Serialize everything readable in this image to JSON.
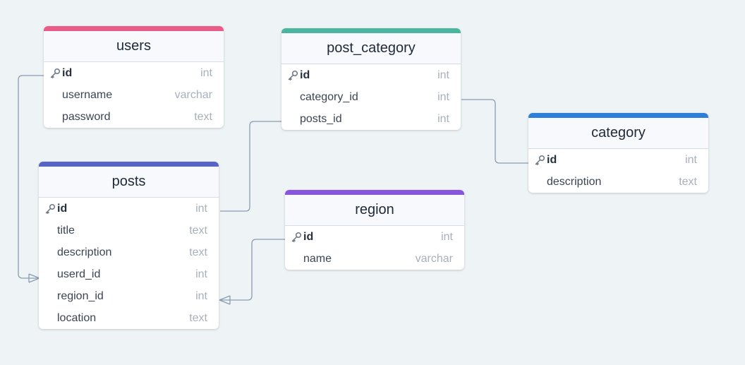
{
  "tables": [
    {
      "id": "users",
      "name": "users",
      "color": "#ea5c87",
      "fields": [
        {
          "name": "id",
          "type": "int",
          "pk": true
        },
        {
          "name": "username",
          "type": "varchar"
        },
        {
          "name": "password",
          "type": "text"
        }
      ]
    },
    {
      "id": "post_category",
      "name": "post_category",
      "color": "#4bb5a0",
      "fields": [
        {
          "name": "id",
          "type": "int",
          "pk": true
        },
        {
          "name": "category_id",
          "type": "int"
        },
        {
          "name": "posts_id",
          "type": "int"
        }
      ]
    },
    {
      "id": "category",
      "name": "category",
      "color": "#2f7ed8",
      "fields": [
        {
          "name": "id",
          "type": "int",
          "pk": true
        },
        {
          "name": "description",
          "type": "text"
        }
      ]
    },
    {
      "id": "posts",
      "name": "posts",
      "color": "#5763c7",
      "fields": [
        {
          "name": "id",
          "type": "int",
          "pk": true
        },
        {
          "name": "title",
          "type": "text"
        },
        {
          "name": "description",
          "type": "text"
        },
        {
          "name": "userd_id",
          "type": "int"
        },
        {
          "name": "region_id",
          "type": "int"
        },
        {
          "name": "location",
          "type": "text"
        }
      ]
    },
    {
      "id": "region",
      "name": "region",
      "color": "#8a55dd",
      "fields": [
        {
          "name": "id",
          "type": "int",
          "pk": true
        },
        {
          "name": "name",
          "type": "varchar"
        }
      ]
    }
  ],
  "relationships": [
    {
      "from": "users.id",
      "to": "posts.userd_id",
      "cardinality": "one-to-many"
    },
    {
      "from": "posts.id",
      "to": "post_category.posts_id",
      "cardinality": "one-to-one"
    },
    {
      "from": "post_category.category_id",
      "to": "category.id",
      "cardinality": "one-to-one"
    },
    {
      "from": "region.id",
      "to": "posts.region_id",
      "cardinality": "one-to-many"
    }
  ]
}
